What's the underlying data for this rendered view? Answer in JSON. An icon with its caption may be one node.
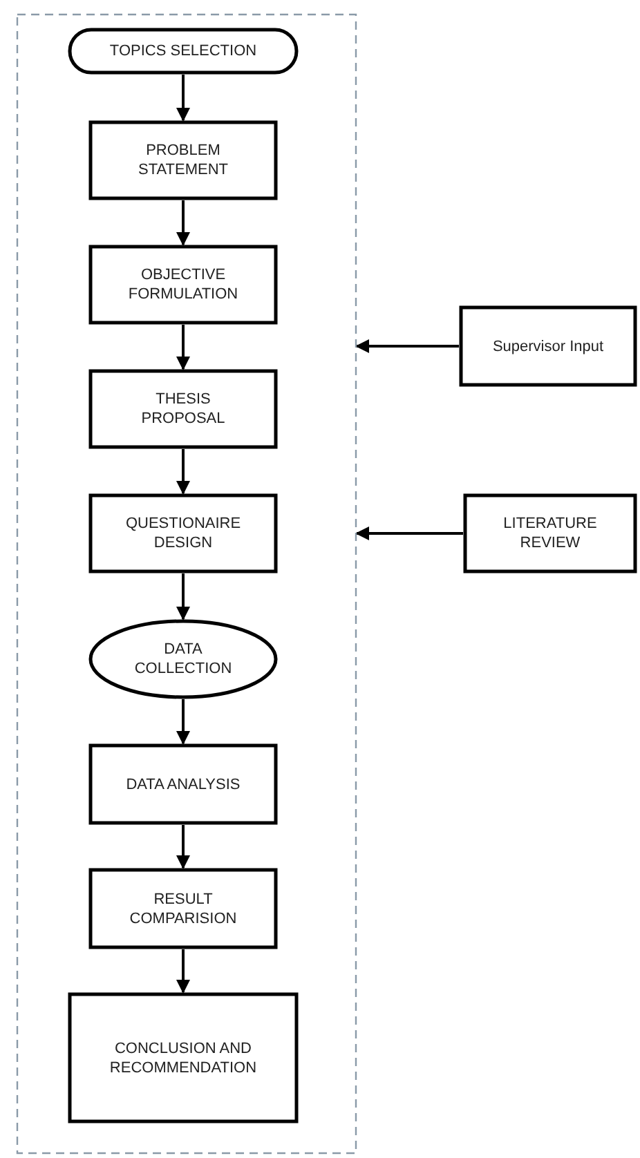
{
  "diagram": {
    "nodes": [
      {
        "text": [],
        "shape": "box"
      },
      {
        "text": [
          "TOPICS SELECTION"
        ],
        "in": 0
      },
      {
        "text": [
          "PROBLEM STATEMENT"
        ],
        "in": 0
      },
      {
        "text": [
          "OBJECTIVE FORMULATION"
        ],
        "in": 0
      },
      {
        "text": [
          "THESIS PROPOSAL"
        ],
        "in": 0
      },
      {
        "text": [
          "QUESTIONAIRE DESIGN"
        ],
        "in": 0
      },
      {
        "text": [
          "DATA COLLECTION"
        ],
        "in": 0
      },
      {
        "text": [
          "DATA ANALYSIS"
        ],
        "in": 0
      },
      {
        "text": [
          "RESULT COMPARISION"
        ],
        "in": 0
      },
      {
        "text": [
          "CONCLUSION AND RECOMMENDATION"
        ],
        "in": 0
      },
      {
        "text": [
          "Supervisor Input"
        ]
      },
      {
        "text": [
          "LITERATURE REVIEW"
        ]
      }
    ],
    "edges": [
      {
        "from": 1,
        "to": 2,
        "arrow": "to"
      },
      {
        "from": 2,
        "to": 3,
        "arrow": "to"
      },
      {
        "from": 3,
        "to": 4,
        "arrow": "to"
      },
      {
        "from": 4,
        "to": 5,
        "arrow": "to"
      },
      {
        "from": 5,
        "to": 6,
        "arrow": "to"
      },
      {
        "from": 6,
        "to": 7,
        "arrow": "to"
      },
      {
        "from": 7,
        "to": 8,
        "arrow": "to"
      },
      {
        "from": 8,
        "to": 9,
        "arrow": "to"
      },
      {
        "from": 10,
        "to": 0,
        "arrow": "to"
      },
      {
        "from": 11,
        "to": 0,
        "arrow": "to"
      }
    ]
  }
}
